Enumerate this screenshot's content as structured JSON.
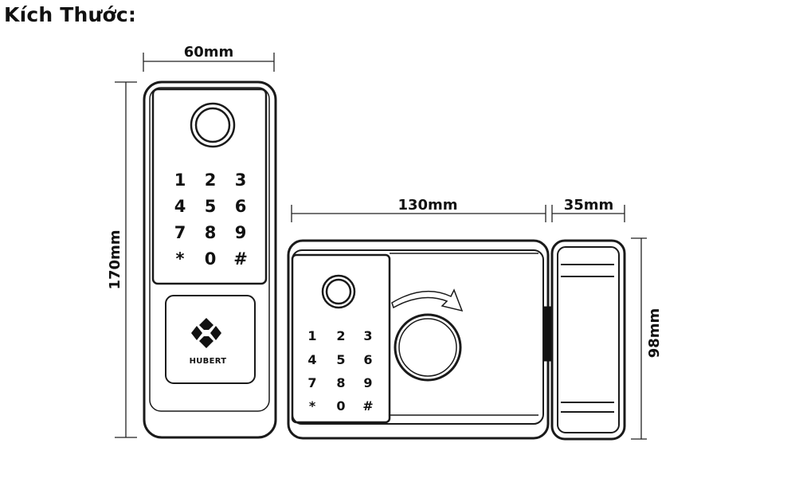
{
  "title": "Kích Thước:",
  "dimensions": {
    "front_width": "60mm",
    "front_height": "170mm",
    "body_width": "130mm",
    "strike_width": "35mm",
    "body_height": "98mm"
  },
  "front_panel": {
    "keypad": [
      "1",
      "2",
      "3",
      "4",
      "5",
      "6",
      "7",
      "8",
      "9",
      "*",
      "0",
      "#"
    ],
    "brand": "HUBERT"
  },
  "body_panel": {
    "keypad": [
      "1",
      "2",
      "3",
      "4",
      "5",
      "6",
      "7",
      "8",
      "9",
      "*",
      "0",
      "#"
    ]
  }
}
